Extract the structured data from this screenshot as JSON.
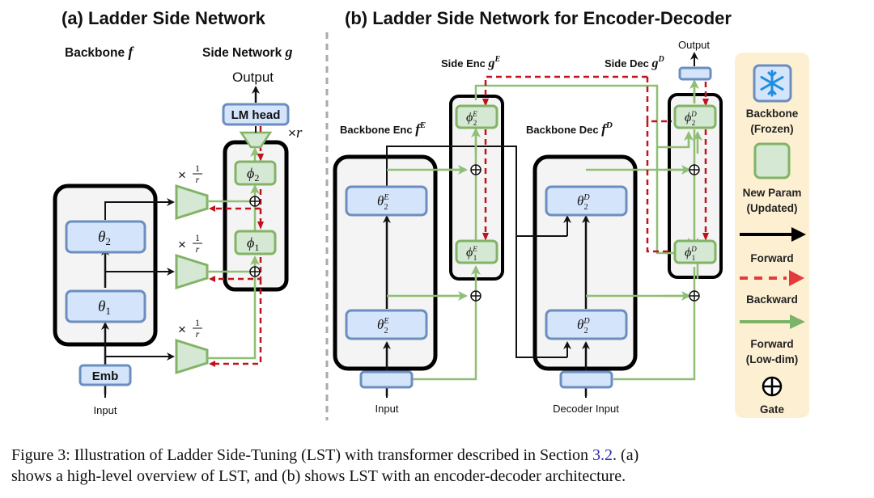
{
  "panel_a": {
    "title": "(a) Ladder Side Network",
    "backbone_label": "Backbone",
    "backbone_symbol": "f",
    "side_label": "Side Network",
    "side_symbol": "g",
    "output_label": "Output",
    "lm_head_label": "LM head",
    "upsample_label": "×r",
    "downsample_label_times": "×",
    "downsample_frac_num": "1",
    "downsample_frac_den": "r",
    "emb_label": "Emb",
    "input_label": "Input",
    "theta": [
      {
        "sym": "θ",
        "sub": "1"
      },
      {
        "sym": "θ",
        "sub": "2"
      }
    ],
    "phi": [
      {
        "sym": "ϕ",
        "sub": "1"
      },
      {
        "sym": "ϕ",
        "sub": "2"
      }
    ]
  },
  "panel_b": {
    "title": "(b) Ladder Side Network for Encoder-Decoder",
    "backbone_enc_label": "Backbone Enc",
    "backbone_enc_symbol": "f",
    "backbone_enc_sup": "E",
    "backbone_dec_label": "Backbone Dec",
    "backbone_dec_symbol": "f",
    "backbone_dec_sup": "D",
    "side_enc_label": "Side Enc",
    "side_enc_symbol": "g",
    "side_enc_sup": "E",
    "side_dec_label": "Side Dec",
    "side_dec_symbol": "g",
    "side_dec_sup": "D",
    "output_label": "Output",
    "input_label": "Input",
    "decoder_input_label": "Decoder Input",
    "enc_blocks": [
      {
        "sym": "θ",
        "sub": "2",
        "sup": "E"
      },
      {
        "sym": "θ",
        "sub": "2",
        "sup": "E"
      }
    ],
    "dec_blocks": [
      {
        "sym": "θ",
        "sub": "2",
        "sup": "D"
      },
      {
        "sym": "θ",
        "sub": "2",
        "sup": "D"
      }
    ],
    "side_enc_blocks": [
      {
        "sym": "ϕ",
        "sub": "2",
        "sup": "E"
      },
      {
        "sym": "ϕ",
        "sub": "1",
        "sup": "E"
      }
    ],
    "side_dec_blocks": [
      {
        "sym": "ϕ",
        "sub": "2",
        "sup": "D"
      },
      {
        "sym": "ϕ",
        "sub": "1",
        "sup": "D"
      }
    ]
  },
  "legend": {
    "items": [
      {
        "icon": "snowflake-icon",
        "line1": "Backbone",
        "line2": "(Frozen)"
      },
      {
        "icon": "green-square-icon",
        "line1": "New Param",
        "line2": "(Updated)"
      },
      {
        "icon": "black-arrow-icon",
        "line1": "Forward",
        "line2": ""
      },
      {
        "icon": "red-dashed-arrow-icon",
        "line1": "Backward",
        "line2": ""
      },
      {
        "icon": "green-arrow-icon",
        "line1": "Forward",
        "line2": "(Low-dim)"
      },
      {
        "icon": "gate-icon",
        "line1": "Gate",
        "line2": ""
      }
    ]
  },
  "colors": {
    "frozen_fill": "#d4e4fa",
    "frozen_stroke": "#6c8ebf",
    "param_fill": "#d5e8d4",
    "param_stroke": "#82b366",
    "backward": "#c0141c",
    "legend_bg": "#fdf0d2",
    "link": "#2b2bb0"
  },
  "caption": {
    "prefix": "Figure 3:  Illustration of Ladder Side-Tuning (LST) with transformer described in Section ",
    "link": "3.2",
    "suffix_line1": ". (a)",
    "line2": "shows a high-level overview of LST, and (b) shows LST with an encoder-decoder architecture."
  }
}
